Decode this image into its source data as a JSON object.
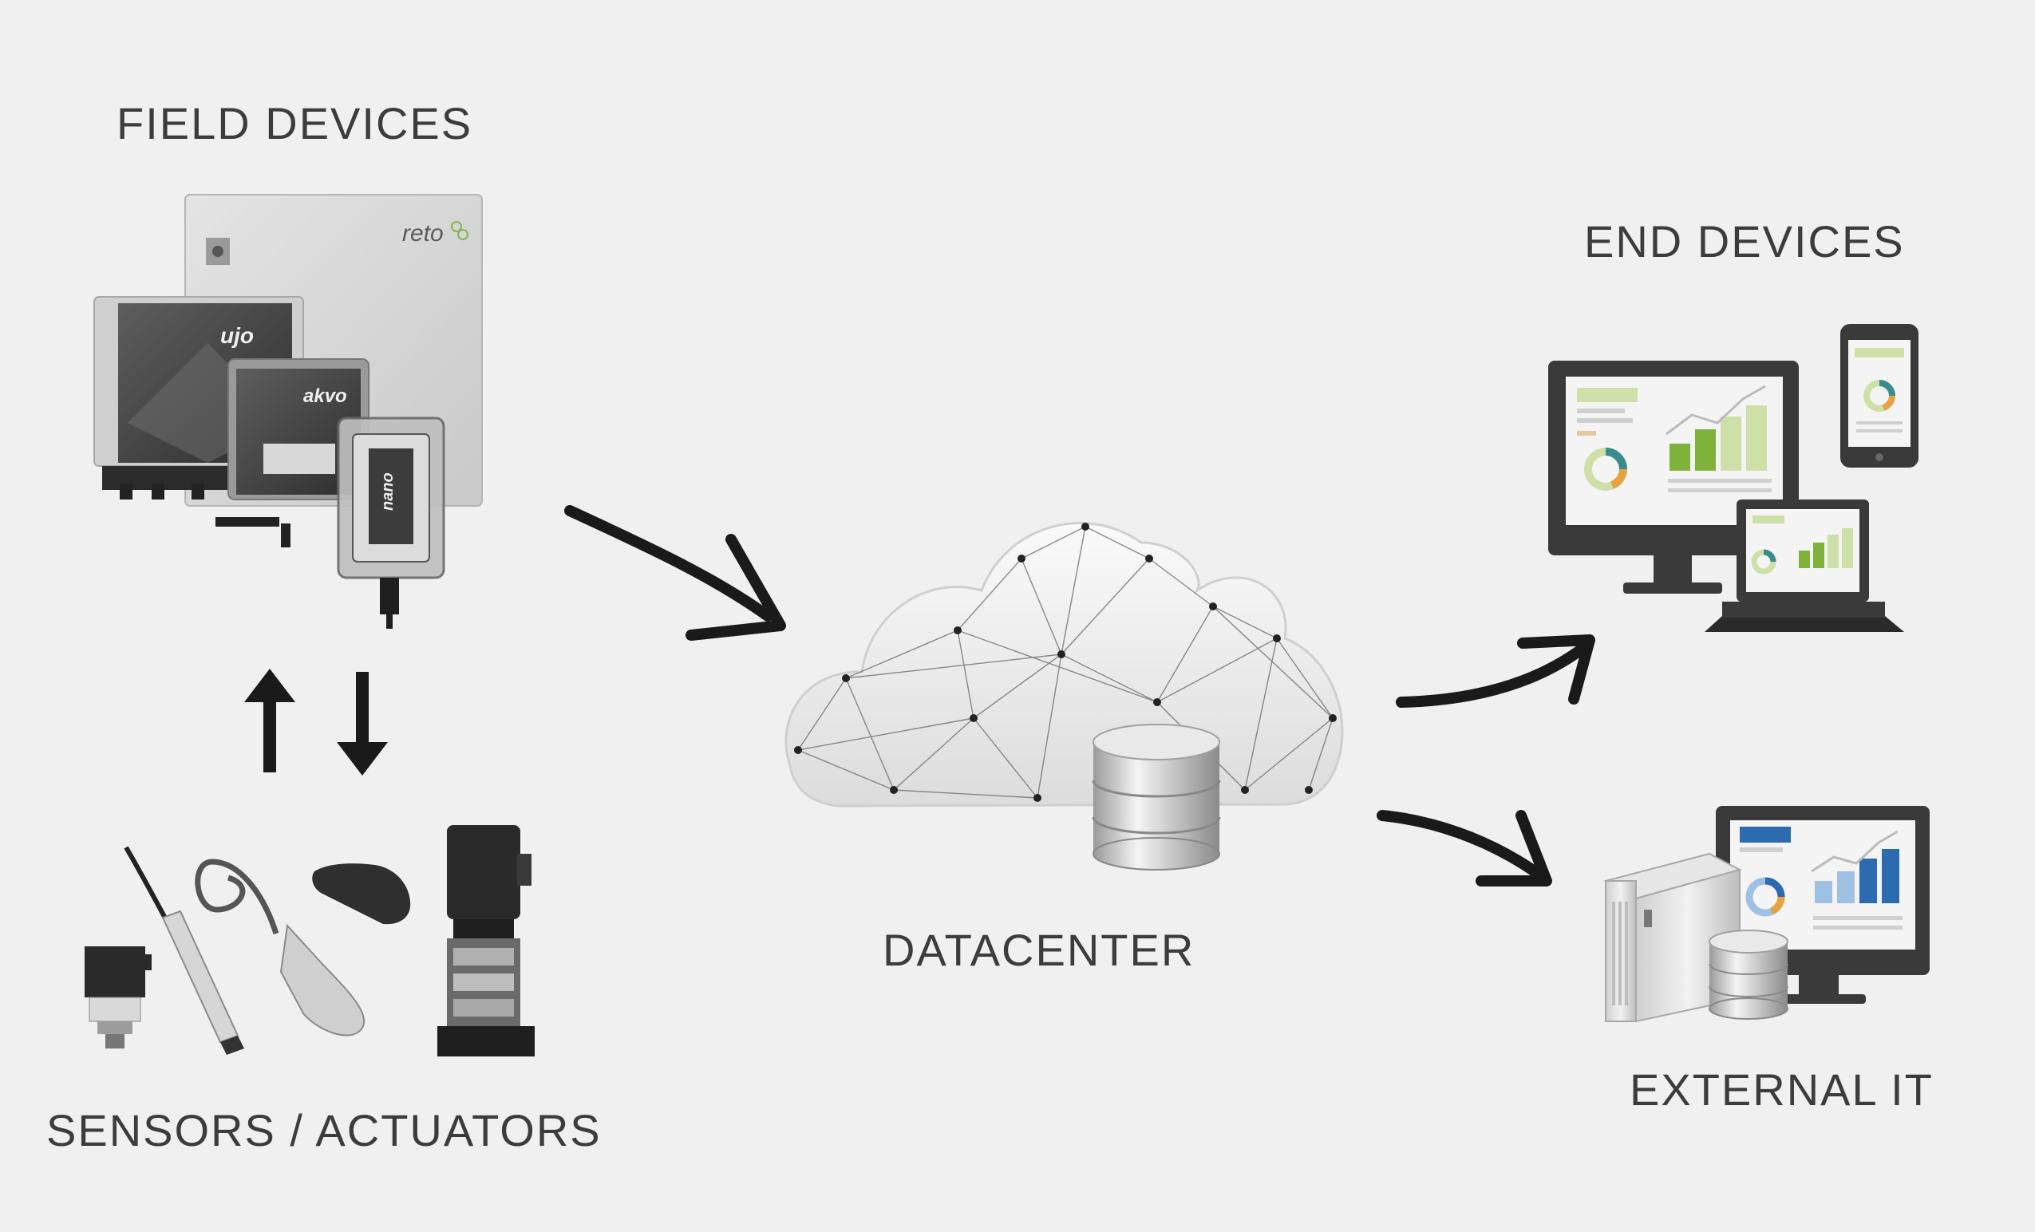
{
  "labels": {
    "field_devices": "FIELD DEVICES",
    "sensors_actuators": "SENSORS / ACTUATORS",
    "datacenter": "DATACENTER",
    "end_devices": "END DEVICES",
    "external_it": "EXTERNAL IT"
  },
  "device_brands": {
    "reto": "reto",
    "ujo": "ujo",
    "akvo": "akvo",
    "nano": "nano"
  },
  "colors": {
    "background": "#f0f0f0",
    "text": "#3c3c3c",
    "arrow": "#1a1a1a",
    "chart_green": "#7fb23a",
    "chart_light_green": "#cfdfa8",
    "chart_blue": "#2d6bb0",
    "chart_light_blue": "#9ec0e2",
    "monitor_dark": "#3a3a3a"
  }
}
